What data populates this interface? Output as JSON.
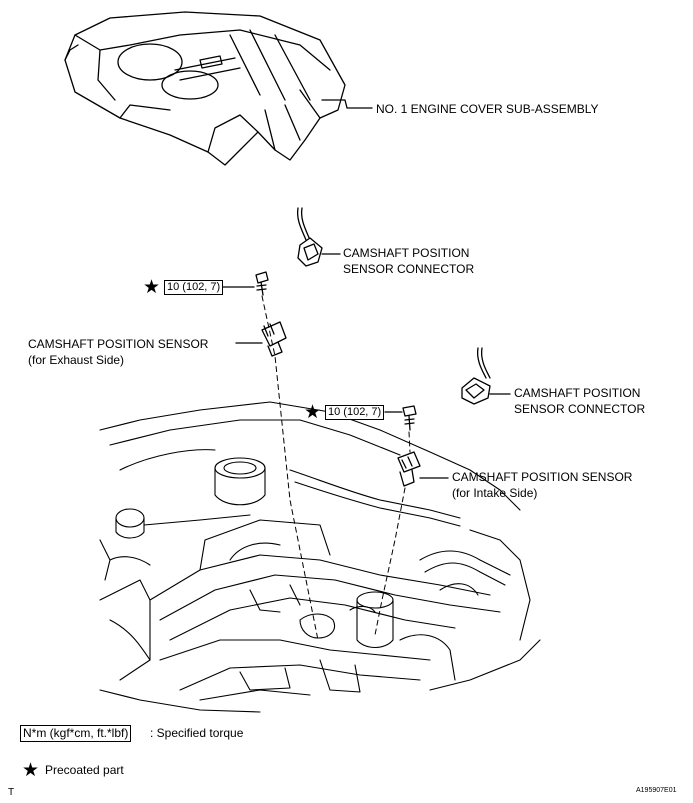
{
  "callouts": {
    "engine_cover": "NO. 1 ENGINE COVER SUB-ASSEMBLY",
    "connector_top": {
      "line1": "CAMSHAFT POSITION",
      "line2": "SENSOR CONNECTOR"
    },
    "connector_right": {
      "line1": "CAMSHAFT POSITION",
      "line2": "SENSOR CONNECTOR"
    },
    "sensor_exhaust": {
      "line1": "CAMSHAFT POSITION SENSOR",
      "line2": "(for Exhaust Side)"
    },
    "sensor_intake": {
      "line1": "CAMSHAFT POSITION SENSOR",
      "line2": "(for Intake Side)"
    },
    "torque_exhaust": "10 (102, 7)",
    "torque_intake": "10 (102, 7)"
  },
  "legend": {
    "torque_box": "N*m (kgf*cm, ft.*lbf)",
    "torque_text": ": Specified torque",
    "precoated_text": "Precoated part",
    "star_icon": "star-icon"
  },
  "footer": {
    "left_mark": "T",
    "figure_id": "A195907E01"
  },
  "colors": {
    "ink": "#000000",
    "paper": "#ffffff"
  }
}
